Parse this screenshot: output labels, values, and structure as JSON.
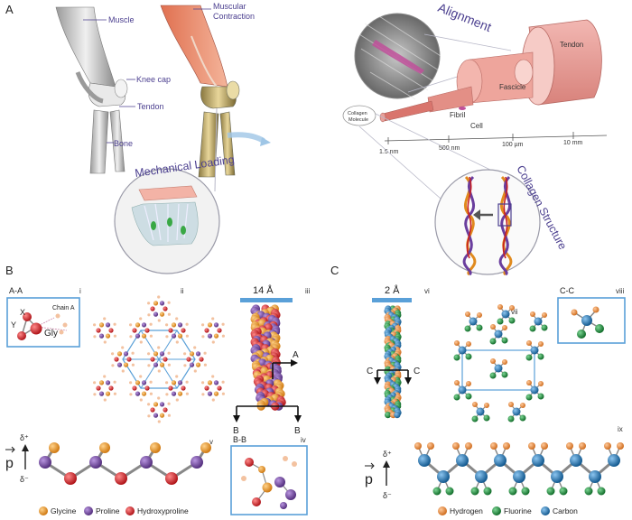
{
  "panels": {
    "a": "A",
    "b": "B",
    "c": "C"
  },
  "anatomy": {
    "muscle": "Muscle",
    "contraction_1": "Muscular",
    "contraction_2": "Contraction",
    "knee_cap": "Knee cap",
    "tendon": "Tendon",
    "bone": "Bone",
    "mechanical_loading": "Mechanical Loading"
  },
  "hierarchy": {
    "alignment": "Alignment",
    "tendon": "Tendon",
    "fascicle": "Fascicle",
    "fibril": "Fibril",
    "cell": "Cell",
    "collagen_molecule_1": "Collagen",
    "collagen_molecule_2": "Molecule",
    "scale": [
      "1.5 nm",
      "500 nm",
      "100 µm",
      "10 mm"
    ],
    "collagen_structure": "Collagen Structure"
  },
  "panel_b": {
    "i": "i",
    "ii": "ii",
    "iii": "iii",
    "iv": "iv",
    "v": "v",
    "aa": "A-A",
    "chain_a": "Chain A",
    "x": "X",
    "y": "Y",
    "gly": "Gly",
    "width": "14 Å",
    "axis_a": "A",
    "axis_b": "B",
    "bb": "B-B",
    "dipole_p": "p",
    "delta_plus": "δ⁺",
    "delta_minus": "δ⁻",
    "legend": [
      "Glycine",
      "Proline",
      "Hydroxyproline"
    ]
  },
  "panel_c": {
    "vi": "vi",
    "vii": "vii",
    "viii": "viii",
    "ix": "ix",
    "width": "2 Å",
    "axis_c": "C",
    "cc": "C-C",
    "dipole_p": "p",
    "delta_plus": "δ⁺",
    "delta_minus": "δ⁻",
    "legend": [
      "Hydrogen",
      "Fluorine",
      "Carbon"
    ]
  },
  "colors": {
    "glycine": "#e08a1e",
    "proline": "#6a3e9e",
    "hydroxyproline": "#c81e22",
    "hydrogen": "#e0862a",
    "fluorine": "#1f8f3a",
    "carbon": "#1d6fb0",
    "box": "#5aa0d8",
    "accent_text": "#4b3f8f"
  }
}
